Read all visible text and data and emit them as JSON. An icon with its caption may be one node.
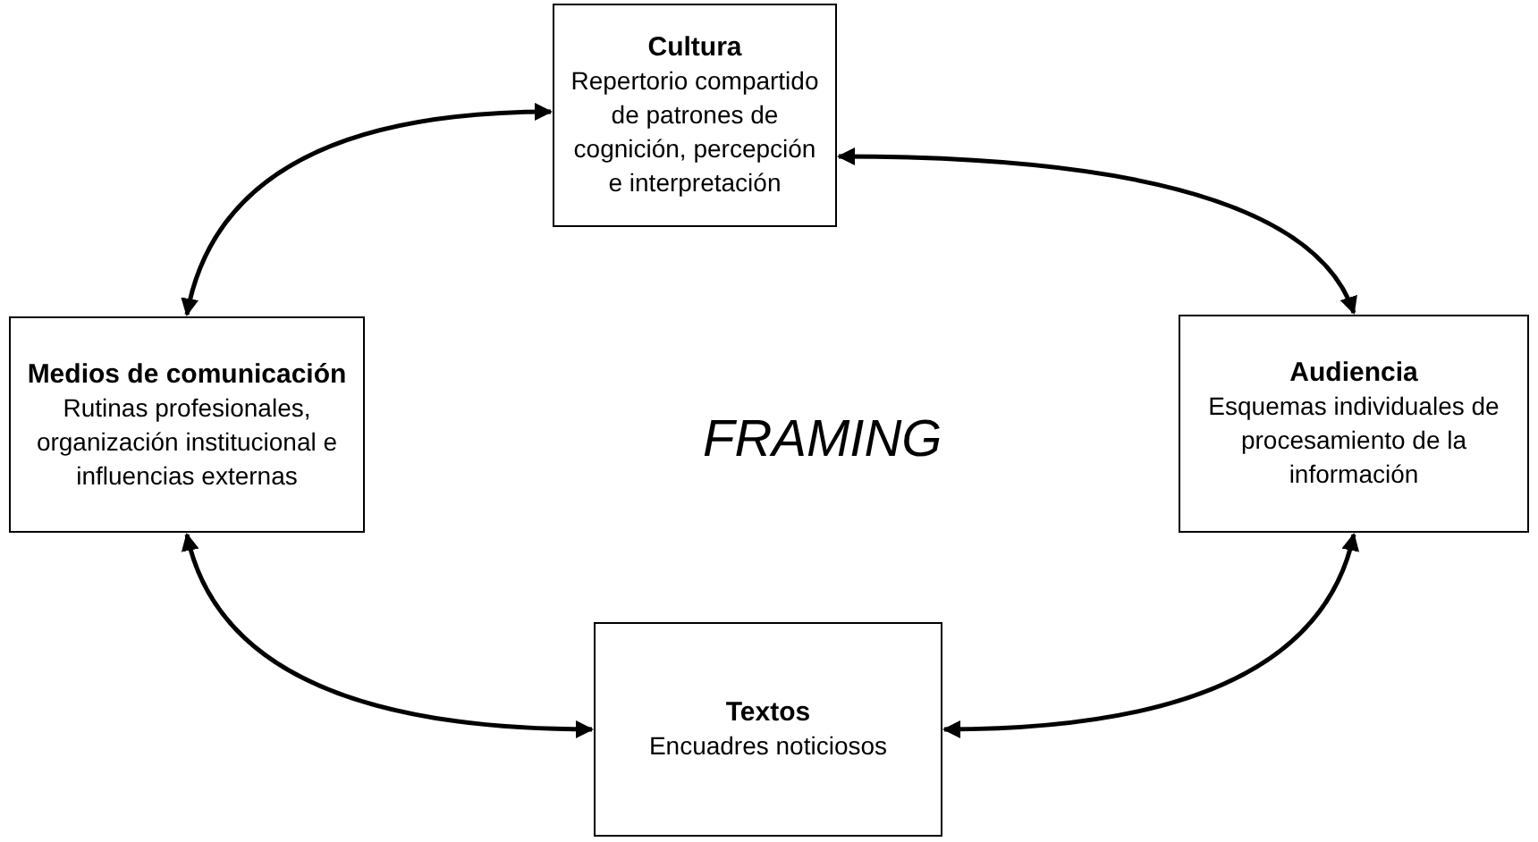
{
  "diagram": {
    "nodes": [
      {
        "text": [
          "Cultura",
          "Repertorio compartido de patrones de cognición, percepción e interpretación"
        ]
      },
      {
        "text": [
          "Medios de comunicación",
          "Rutinas profesionales, organización institucional e influencias externas"
        ]
      },
      {
        "text": [
          "Audiencia",
          "Esquemas individuales de procesamiento de la información"
        ]
      },
      {
        "text": [
          "Textos",
          "Encuadres noticiosos"
        ]
      }
    ],
    "edges": [
      {
        "from": 1,
        "to": 0,
        "arrow": "both"
      },
      {
        "from": 0,
        "to": 2,
        "arrow": "both"
      },
      {
        "from": 1,
        "to": 3,
        "arrow": "both"
      },
      {
        "from": 3,
        "to": 2,
        "arrow": "both"
      }
    ],
    "labels": [
      "FRAMING"
    ]
  }
}
